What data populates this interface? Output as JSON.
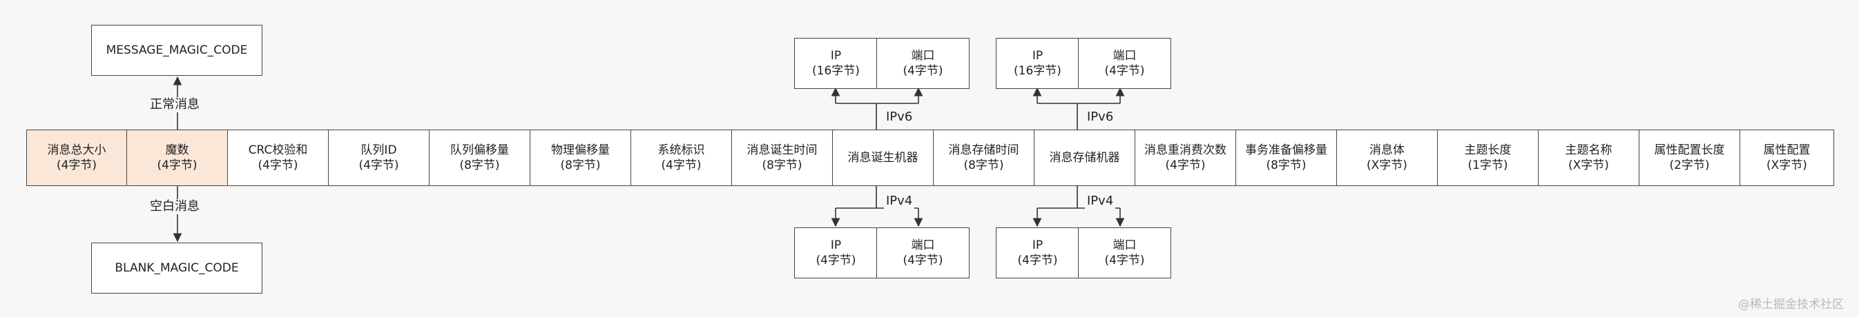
{
  "fields": [
    {
      "name": "消息总大小",
      "size": "(4字节)",
      "highlight": true
    },
    {
      "name": "魔数",
      "size": "(4字节)",
      "highlight": true
    },
    {
      "name": "CRC校验和",
      "size": "(4字节)"
    },
    {
      "name": "队列ID",
      "size": "(4字节)"
    },
    {
      "name": "队列偏移量",
      "size": "(8字节)"
    },
    {
      "name": "物理偏移量",
      "size": "(8字节)"
    },
    {
      "name": "系统标识",
      "size": "(4字节)"
    },
    {
      "name": "消息诞生时间",
      "size": "(8字节)"
    },
    {
      "name": "消息诞生机器",
      "size": ""
    },
    {
      "name": "消息存储时间",
      "size": "(8字节)"
    },
    {
      "name": "消息存储机器",
      "size": ""
    },
    {
      "name": "消息重消费次数",
      "size": "(4字节)"
    },
    {
      "name": "事务准备偏移量",
      "size": "(8字节)"
    },
    {
      "name": "消息体",
      "size": "(X字节)"
    },
    {
      "name": "主题长度",
      "size": "(1字节)"
    },
    {
      "name": "主题名称",
      "size": "(X字节)"
    },
    {
      "name": "属性配置长度",
      "size": "(2字节)"
    },
    {
      "name": "属性配置",
      "size": "(X字节)"
    }
  ],
  "magic": {
    "normal_label": "正常消息",
    "normal_code": "MESSAGE_MAGIC_CODE",
    "blank_label": "空白消息",
    "blank_code": "BLANK_MAGIC_CODE"
  },
  "born_host": {
    "ipv6_label": "IPv6",
    "ipv6": {
      "ip": "IP",
      "ip_size": "(16字节)",
      "port": "端口",
      "port_size": "(4字节)"
    },
    "ipv4_label": "IPv4",
    "ipv4": {
      "ip": "IP",
      "ip_size": "(4字节)",
      "port": "端口",
      "port_size": "(4字节)"
    }
  },
  "store_host": {
    "ipv6_label": "IPv6",
    "ipv6": {
      "ip": "IP",
      "ip_size": "(16字节)",
      "port": "端口",
      "port_size": "(4字节)"
    },
    "ipv4_label": "IPv4",
    "ipv4": {
      "ip": "IP",
      "ip_size": "(4字节)",
      "port": "端口",
      "port_size": "(4字节)"
    }
  },
  "watermark": "@稀土掘金技术社区",
  "colors": {
    "highlight": "#fbe7d8",
    "border": "#444444",
    "background": "#f7f7f7"
  }
}
